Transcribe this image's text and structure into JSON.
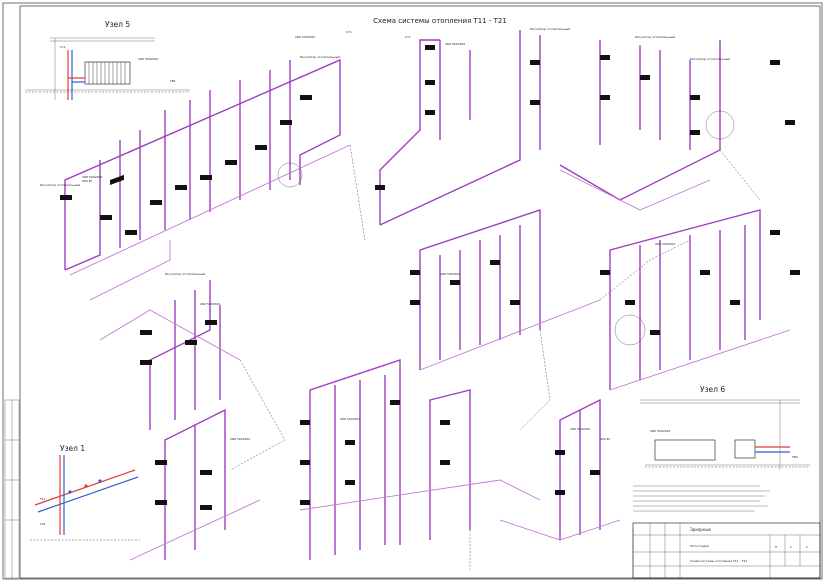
{
  "sheet": {
    "title": "Схема системы отопления  Т11 - Т21"
  },
  "nodes": {
    "node5": "Узел 5",
    "node1": "Узел 1",
    "node6": "Узел 6"
  },
  "stamp": {
    "label_top": "Эркерные",
    "label_object": "Фотостудия",
    "label_sheet": "Схема системы отопления Т11 - Т21",
    "stage_label": "П",
    "sheet_num": "1",
    "sheets_total": "1"
  },
  "labels": {
    "radiator_label": "2RZ 500x500",
    "radiator_power": "900 Вт",
    "regulator": "Регулятор отопительный",
    "riser": "Ст1"
  },
  "colors": {
    "pipe": "#9c3fbf",
    "supply": "#e23b3b",
    "return": "#2f5fd6"
  }
}
